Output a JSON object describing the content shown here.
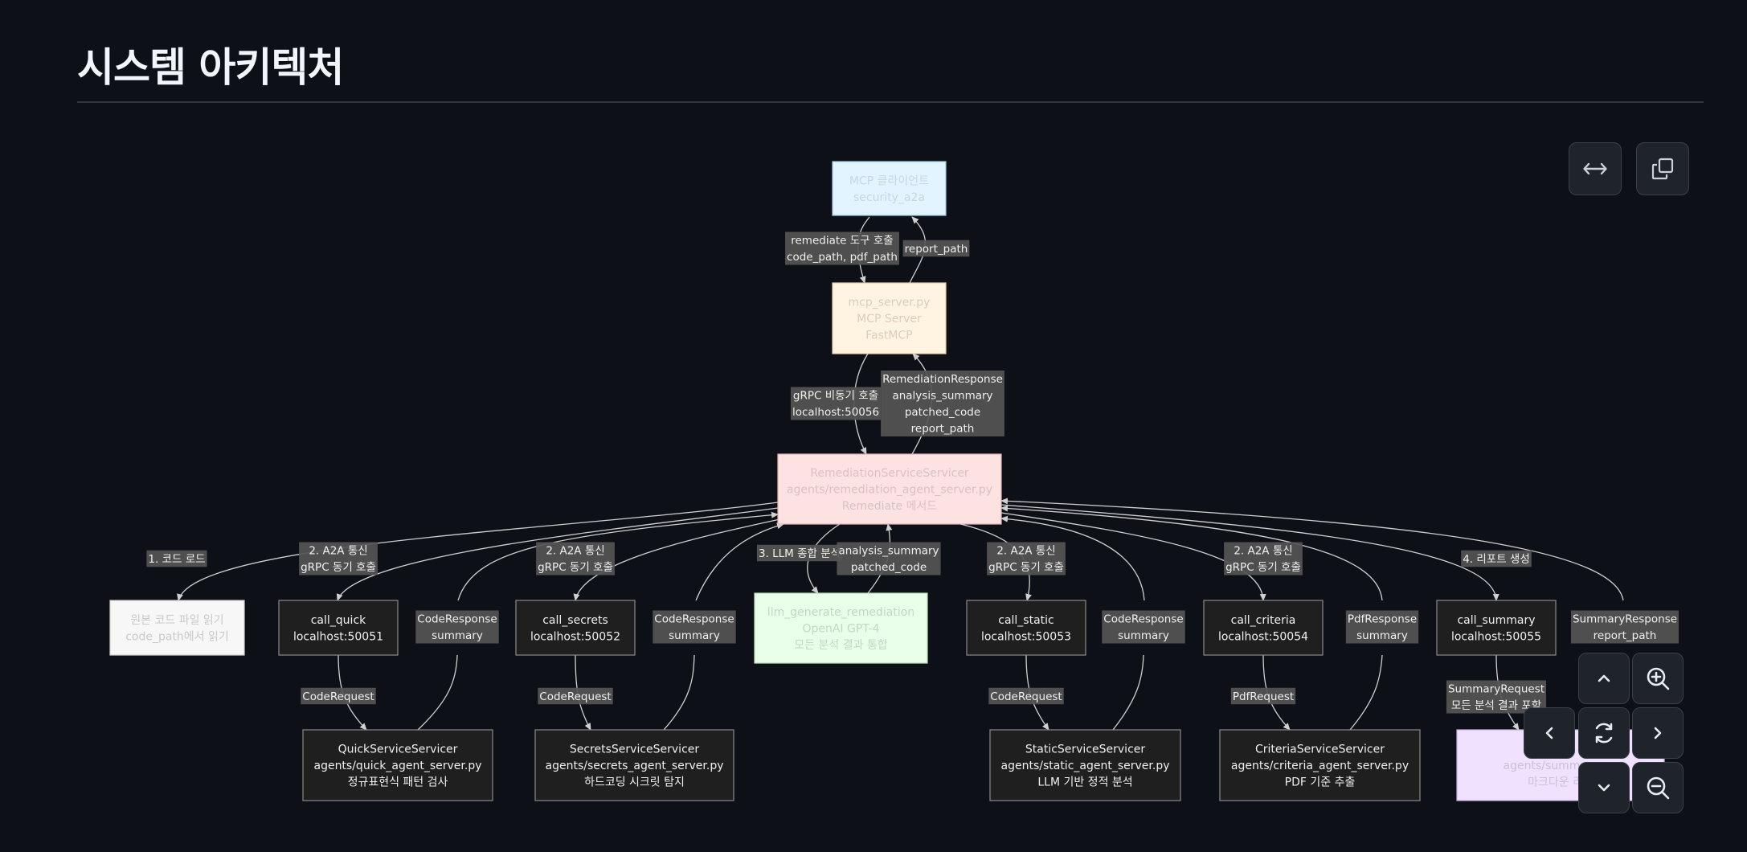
{
  "page": {
    "title": "시스템 아키텍처"
  },
  "toolbar": {
    "fit_width_icon": "arrows-horizontal-icon",
    "copy_icon": "copy-icon"
  },
  "diagram": {
    "nodes": [
      {
        "id": "mcp_client",
        "lines": [
          "MCP 클라이언트",
          "security_a2a"
        ],
        "fill": "#e1f4ff",
        "stroke": "#9ec7e6",
        "text_color": "#c9d6df"
      },
      {
        "id": "mcp_server",
        "lines": [
          "mcp_server.py",
          "MCP Server",
          "FastMCP"
        ],
        "fill": "#fff4e2",
        "stroke": "#e6cfa8",
        "text_color": "#dccdb8"
      },
      {
        "id": "remediation",
        "lines": [
          "RemediationServiceServicer",
          "agents/remediation_agent_server.py",
          "Remediate 메서드"
        ],
        "fill": "#fde2e2",
        "stroke": "#e6b5b5",
        "text_color": "#d8c2c2"
      },
      {
        "id": "read_code",
        "lines": [
          "원본 코드 파일 읽기",
          "code_path에서 읽기"
        ],
        "fill": "#f7f7f7",
        "stroke": "#cfcfcf",
        "text_color": "#c9c9c9"
      },
      {
        "id": "call_quick",
        "lines": [
          "call_quick",
          "localhost:50051"
        ],
        "fill": "#1f1f1f",
        "stroke": "#8a8a8a",
        "text_color": "#f0f0f0"
      },
      {
        "id": "call_secrets",
        "lines": [
          "call_secrets",
          "localhost:50052"
        ],
        "fill": "#1f1f1f",
        "stroke": "#8a8a8a",
        "text_color": "#f0f0f0"
      },
      {
        "id": "llm",
        "lines": [
          "llm_generate_remediation",
          "OpenAI GPT-4",
          "모든 분석 결과 통합"
        ],
        "fill": "#eaffea",
        "stroke": "#b5e0b5",
        "text_color": "#c4d6c4"
      },
      {
        "id": "call_static",
        "lines": [
          "call_static",
          "localhost:50053"
        ],
        "fill": "#1f1f1f",
        "stroke": "#8a8a8a",
        "text_color": "#f0f0f0"
      },
      {
        "id": "call_criteria",
        "lines": [
          "call_criteria",
          "localhost:50054"
        ],
        "fill": "#1f1f1f",
        "stroke": "#8a8a8a",
        "text_color": "#f0f0f0"
      },
      {
        "id": "call_summary",
        "lines": [
          "call_summary",
          "localhost:50055"
        ],
        "fill": "#1f1f1f",
        "stroke": "#8a8a8a",
        "text_color": "#f0f0f0"
      },
      {
        "id": "quick_svc",
        "lines": [
          "QuickServiceServicer",
          "agents/quick_agent_server.py",
          "정규표현식 패턴 검사"
        ],
        "fill": "#1f1f1f",
        "stroke": "#8a8a8a",
        "text_color": "#f0f0f0"
      },
      {
        "id": "secrets_svc",
        "lines": [
          "SecretsServiceServicer",
          "agents/secrets_agent_server.py",
          "하드코딩 시크릿 탐지"
        ],
        "fill": "#1f1f1f",
        "stroke": "#8a8a8a",
        "text_color": "#f0f0f0"
      },
      {
        "id": "static_svc",
        "lines": [
          "StaticServiceServicer",
          "agents/static_agent_server.py",
          "LLM 기반 정적 분석"
        ],
        "fill": "#1f1f1f",
        "stroke": "#8a8a8a",
        "text_color": "#f0f0f0"
      },
      {
        "id": "criteria_svc",
        "lines": [
          "CriteriaServiceServicer",
          "agents/criteria_agent_server.py",
          "PDF 기준 추출"
        ],
        "fill": "#1f1f1f",
        "stroke": "#8a8a8a",
        "text_color": "#f0f0f0"
      },
      {
        "id": "summary_svc",
        "lines": [
          "Sum",
          "agents/summary_ag",
          "마크다운 리포"
        ],
        "fill": "#efe1ff",
        "stroke": "#c9b3e6",
        "text_color": "#cbbfd9"
      }
    ],
    "edge_labels": [
      {
        "id": "lbl_remediate_call",
        "lines": [
          "remediate 도구 호출",
          "code_path, pdf_path"
        ]
      },
      {
        "id": "lbl_report_path",
        "lines": [
          "report_path"
        ]
      },
      {
        "id": "lbl_grpc_async",
        "lines": [
          "gRPC 비동기 호출",
          "localhost:50056"
        ]
      },
      {
        "id": "lbl_remediation_response",
        "lines": [
          "RemediationResponse",
          "analysis_summary",
          "patched_code",
          "report_path"
        ]
      },
      {
        "id": "lbl_load_code",
        "lines": [
          "1. 코드 로드"
        ]
      },
      {
        "id": "lbl_a2a_quick",
        "lines": [
          "2. A2A 통신",
          "gRPC 동기 호출"
        ]
      },
      {
        "id": "lbl_a2a_secrets",
        "lines": [
          "2. A2A 통신",
          "gRPC 동기 호출"
        ]
      },
      {
        "id": "lbl_llm_analysis",
        "lines": [
          "3. LLM 종합 분석"
        ]
      },
      {
        "id": "lbl_llm_return",
        "lines": [
          "analysis_summary",
          "patched_code"
        ]
      },
      {
        "id": "lbl_a2a_static",
        "lines": [
          "2. A2A 통신",
          "gRPC 동기 호출"
        ]
      },
      {
        "id": "lbl_a2a_criteria",
        "lines": [
          "2. A2A 통신",
          "gRPC 동기 호출"
        ]
      },
      {
        "id": "lbl_report_gen",
        "lines": [
          "4. 리포트 생성"
        ]
      },
      {
        "id": "lbl_quick_resp",
        "lines": [
          "CodeResponse",
          "summary"
        ]
      },
      {
        "id": "lbl_secrets_resp",
        "lines": [
          "CodeResponse",
          "summary"
        ]
      },
      {
        "id": "lbl_static_resp",
        "lines": [
          "CodeResponse",
          "summary"
        ]
      },
      {
        "id": "lbl_criteria_resp",
        "lines": [
          "PdfResponse",
          "summary"
        ]
      },
      {
        "id": "lbl_summary_resp",
        "lines": [
          "SummaryResponse",
          "report_path"
        ]
      },
      {
        "id": "lbl_quick_req",
        "lines": [
          "CodeRequest"
        ]
      },
      {
        "id": "lbl_secrets_req",
        "lines": [
          "CodeRequest"
        ]
      },
      {
        "id": "lbl_static_req",
        "lines": [
          "CodeRequest"
        ]
      },
      {
        "id": "lbl_criteria_req",
        "lines": [
          "PdfRequest"
        ]
      },
      {
        "id": "lbl_summary_req",
        "lines": [
          "SummaryRequest",
          "모든 분석 결과 포함"
        ]
      }
    ]
  },
  "controls": {
    "pan_up": "chevron-up-icon",
    "zoom_in": "zoom-in-icon",
    "pan_left": "chevron-left-icon",
    "reset": "refresh-icon",
    "pan_right": "chevron-right-icon",
    "pan_down": "chevron-down-icon",
    "zoom_out": "zoom-out-icon"
  }
}
